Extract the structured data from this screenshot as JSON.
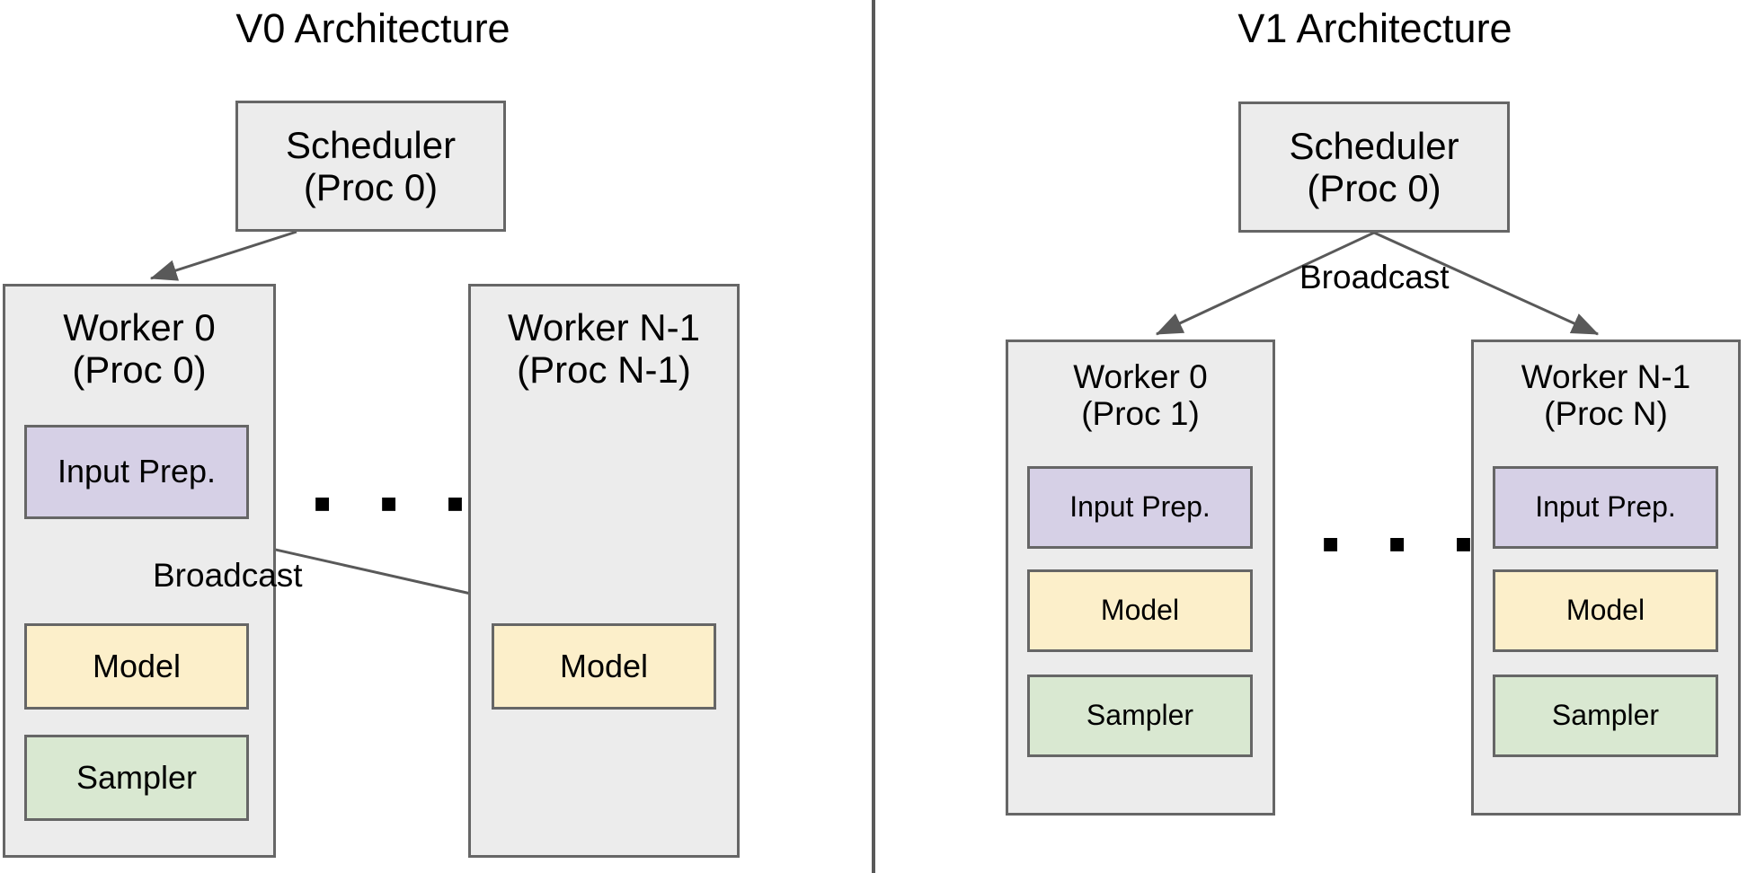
{
  "figure": {
    "type": "architecture-diagram",
    "background_color": "#ffffff",
    "divider_color": "#595959",
    "colors": {
      "container_fill": "#ececec",
      "container_border": "#666666",
      "input_prep_fill": "#d6d0e6",
      "model_fill": "#fcefca",
      "sampler_fill": "#d9e8d1",
      "arrow_color": "#595959",
      "text_color": "#000000"
    }
  },
  "panels": [
    {
      "id": "v0",
      "title": "V0 Architecture",
      "scheduler": {
        "line1": "Scheduler",
        "line2": "(Proc 0)"
      },
      "workers": [
        {
          "id": "v0-worker-0",
          "line1": "Worker 0",
          "line2": "(Proc 0)",
          "components": [
            {
              "label": "Input Prep.",
              "color": "#d6d0e6"
            },
            {
              "label": "Model",
              "color": "#fcefca"
            },
            {
              "label": "Sampler",
              "color": "#d9e8d1"
            }
          ]
        },
        {
          "id": "v0-worker-n1",
          "line1": "Worker N-1",
          "line2": "(Proc N-1)",
          "components": [
            {
              "label": "Model",
              "color": "#fcefca"
            }
          ]
        }
      ],
      "ellipsis": "▪ ▪ ▪",
      "edges": [
        {
          "from": "scheduler",
          "to": "v0-worker-0",
          "label": ""
        },
        {
          "from": "v0-worker-0-input-prep",
          "to": "v0-worker-0-model",
          "label": "Broadcast"
        },
        {
          "from": "v0-worker-0-input-prep",
          "to": "v0-worker-n1-model",
          "label": ""
        }
      ],
      "broadcast_label": "Broadcast"
    },
    {
      "id": "v1",
      "title": "V1 Architecture",
      "scheduler": {
        "line1": "Scheduler",
        "line2": "(Proc 0)"
      },
      "workers": [
        {
          "id": "v1-worker-0",
          "line1": "Worker 0",
          "line2": "(Proc 1)",
          "components": [
            {
              "label": "Input Prep.",
              "color": "#d6d0e6"
            },
            {
              "label": "Model",
              "color": "#fcefca"
            },
            {
              "label": "Sampler",
              "color": "#d9e8d1"
            }
          ]
        },
        {
          "id": "v1-worker-n1",
          "line1": "Worker N-1",
          "line2": "(Proc N)",
          "components": [
            {
              "label": "Input Prep.",
              "color": "#d6d0e6"
            },
            {
              "label": "Model",
              "color": "#fcefca"
            },
            {
              "label": "Sampler",
              "color": "#d9e8d1"
            }
          ]
        }
      ],
      "ellipsis": "▪ ▪ ▪",
      "edges": [
        {
          "from": "scheduler",
          "to": "v1-worker-0",
          "label": "Broadcast"
        },
        {
          "from": "scheduler",
          "to": "v1-worker-n1",
          "label": ""
        }
      ],
      "broadcast_label": "Broadcast"
    }
  ]
}
